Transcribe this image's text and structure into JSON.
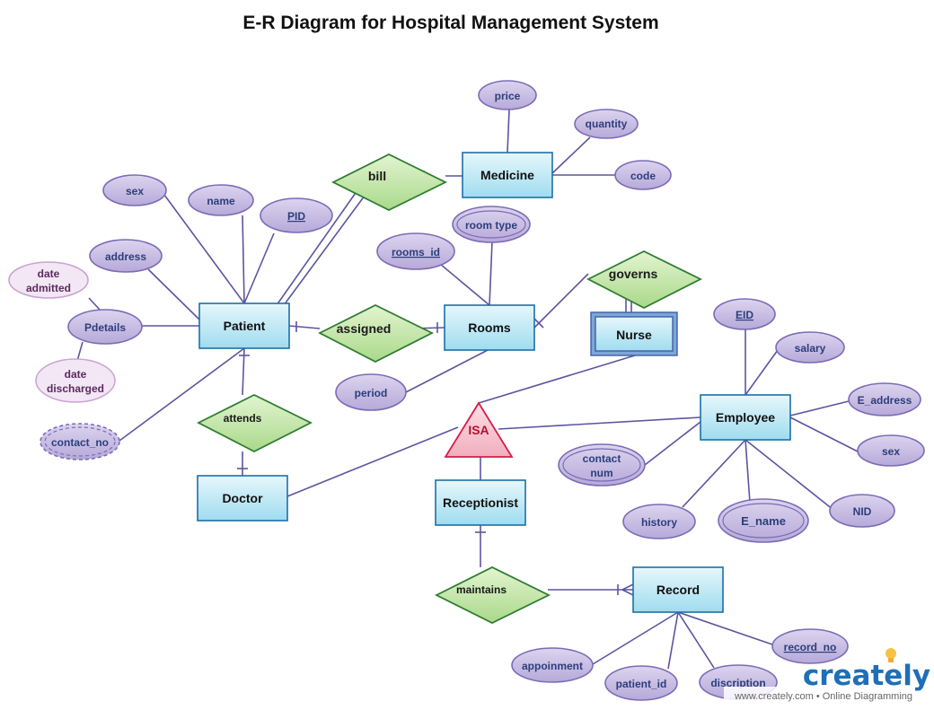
{
  "title": "E-R Diagram for Hospital Management System",
  "entities": {
    "patient": "Patient",
    "medicine": "Medicine",
    "rooms": "Rooms",
    "nurse": "Nurse",
    "employee": "Employee",
    "doctor": "Doctor",
    "receptionist": "Receptionist",
    "record": "Record"
  },
  "relationships": {
    "bill": "bill",
    "assigned": "assigned",
    "governs": "governs",
    "attends": "attends",
    "maintains": "maintains",
    "isa": "ISA"
  },
  "attributes": {
    "price": "price",
    "quantity": "quantity",
    "code": "code",
    "sex_patient": "sex",
    "name": "name",
    "pid": "PID",
    "address": "address",
    "date_admitted_1": "date",
    "date_admitted_2": "admitted",
    "pdetails": "Pdetails",
    "date_discharged_1": "date",
    "date_discharged_2": "discharged",
    "contact_no": "contact_no",
    "room_type": "room type",
    "rooms_id": "rooms_id",
    "period": "period",
    "eid": "EID",
    "salary": "salary",
    "e_address": "E_address",
    "sex_employee": "sex",
    "contact_num_1": "contact",
    "contact_num_2": "num",
    "history": "history",
    "e_name": "E_name",
    "nid": "NID",
    "record_no": "record_no",
    "appoinment": "appoinment",
    "patient_id": "patient_id",
    "discription": "discription"
  },
  "branding": {
    "logo": "creately",
    "tagline": "www.creately.com • Online Diagramming"
  },
  "colors": {
    "entity_fill_top": "#e6f7fc",
    "entity_fill_bottom": "#9fdcef",
    "entity_stroke": "#1d6fa6",
    "relationship_fill": "#c3e6a2",
    "relationship_stroke": "#2e7d32",
    "attribute_fill": "#c9bfe3",
    "attribute_stroke": "#7b6bb5",
    "attribute_light_fill": "#f3e6f5",
    "attribute_light_stroke": "#c8a5d0",
    "isa_fill": "#f7cad3",
    "isa_stroke": "#d81b4b",
    "edge": "#5b55a0"
  }
}
